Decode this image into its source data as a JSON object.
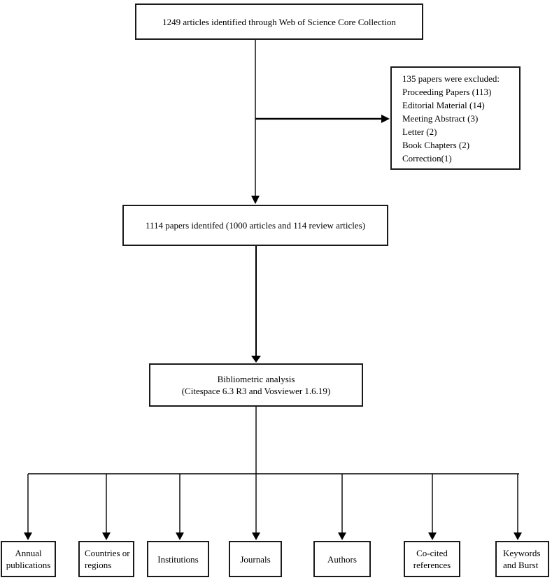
{
  "flowchart": {
    "identified": "1249 articles identified through Web of Science Core Collection",
    "excluded": {
      "header": "135 papers were excluded:",
      "items": [
        "Proceeding Papers (113)",
        "Editorial Material (14)",
        "Meeting Abstract (3)",
        "Letter (2)",
        "Book Chapters (2)",
        "Correction(1)"
      ]
    },
    "included": "1114 papers identifed (1000 articles and 114 review articles)",
    "analysis": {
      "line1": "Bibliometric analysis",
      "line2": "(Citespace 6.3 R3 and Vosviewer 1.6.19)"
    },
    "outputs": [
      "Annual publications",
      "Countries or regions",
      "Institutions",
      "Journals",
      "Authors",
      "Co-cited references",
      "Keywords and Burst"
    ],
    "colors": {
      "line": "#000000",
      "box_border": "#1a1a1a",
      "background": "#ffffff"
    }
  }
}
